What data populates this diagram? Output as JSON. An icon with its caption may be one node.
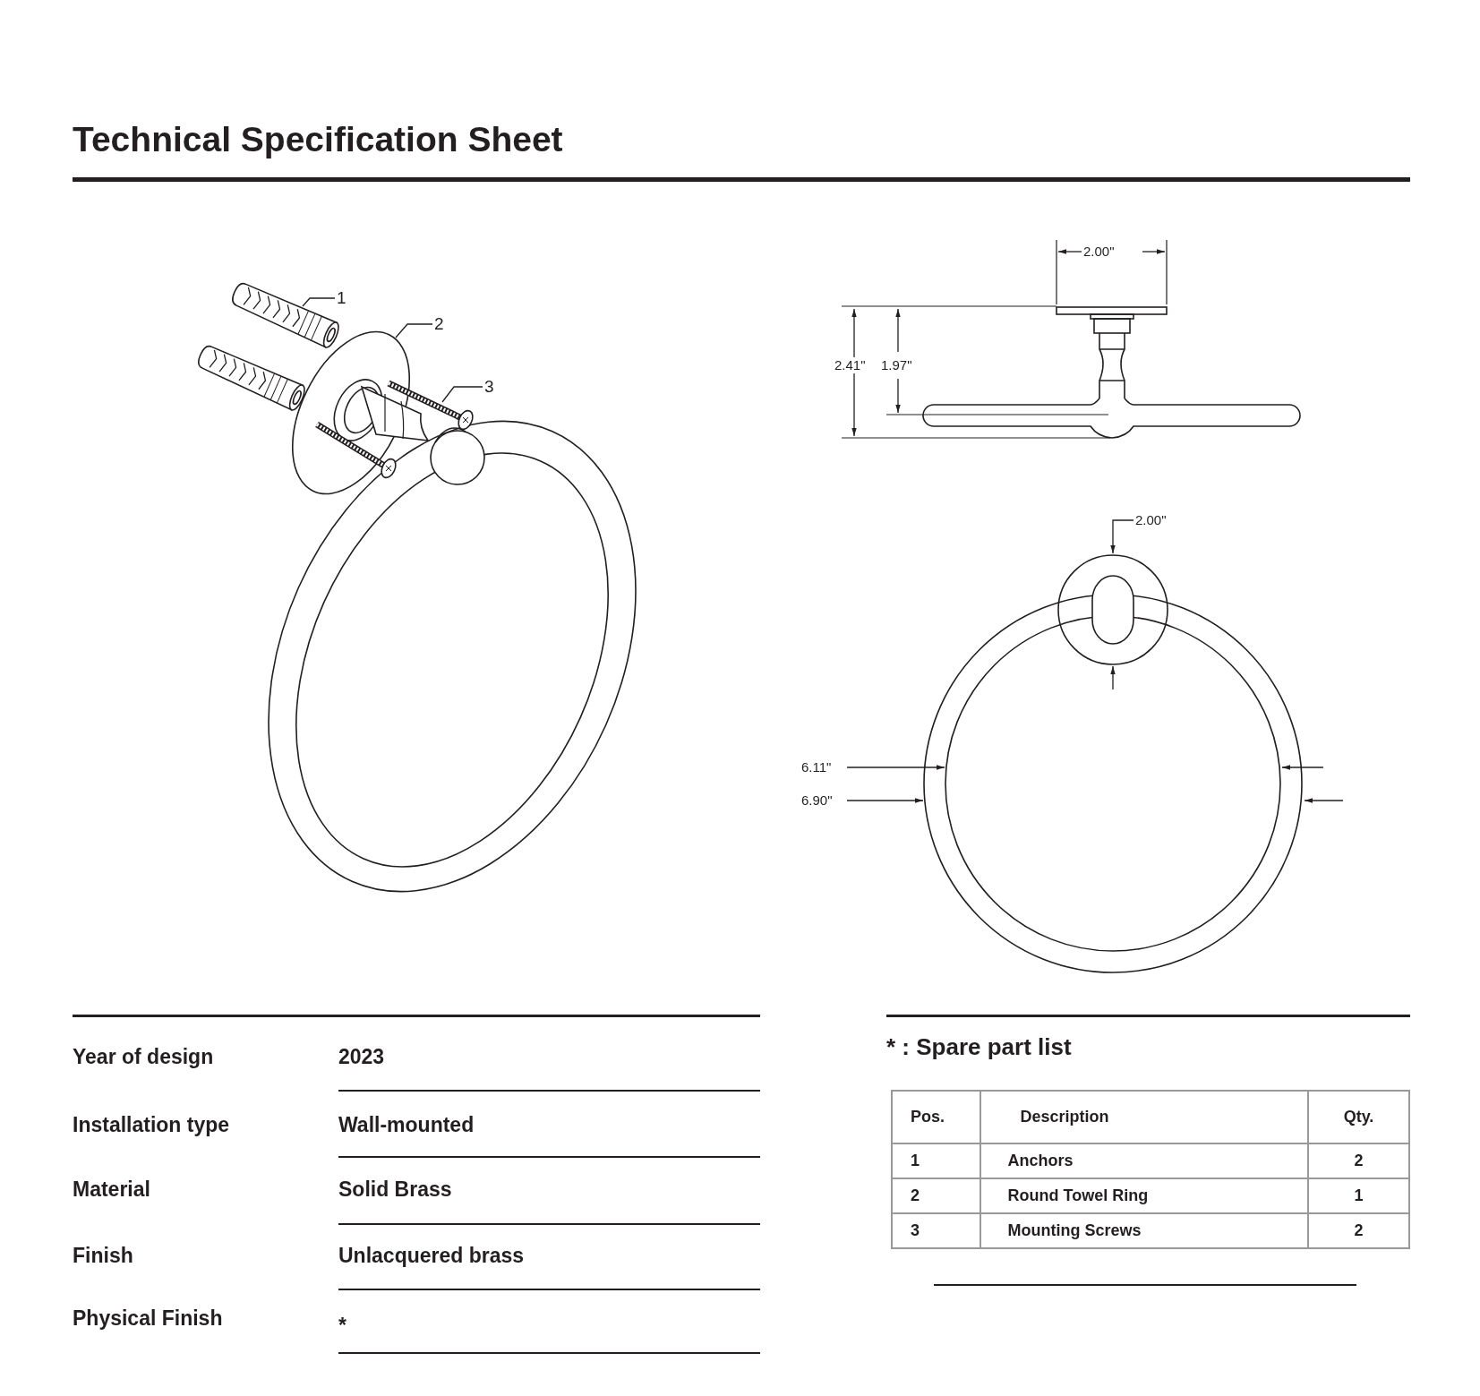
{
  "diagram": {
    "title": "Technical Specification Sheet",
    "nodes": [
      {
        "text": [
          "1"
        ]
      },
      {
        "text": [
          "2"
        ]
      },
      {
        "text": [
          "3"
        ]
      }
    ],
    "edges": [
      {
        "from": 0,
        "to": null,
        "arrow": "none"
      },
      {
        "from": 1,
        "to": null,
        "arrow": "none"
      },
      {
        "from": 2,
        "to": null,
        "arrow": "none"
      }
    ],
    "labels": [
      "2.00\"",
      "2.41\"",
      "1.97\"",
      "2.00\"",
      "6.11\"",
      "6.90\"",
      "Year of design",
      "2023",
      "Installation type",
      "Wall-mounted",
      "Material",
      "Solid Brass",
      "Finish",
      "Unlacquered brass",
      "Physical Finish",
      "*",
      "* : Spare part list",
      "Pos.",
      "Description",
      "Qty.",
      "1",
      "Anchors",
      "2",
      "2",
      "Round Towel Ring",
      "1",
      "3",
      "Mounting Screws",
      "2"
    ]
  }
}
